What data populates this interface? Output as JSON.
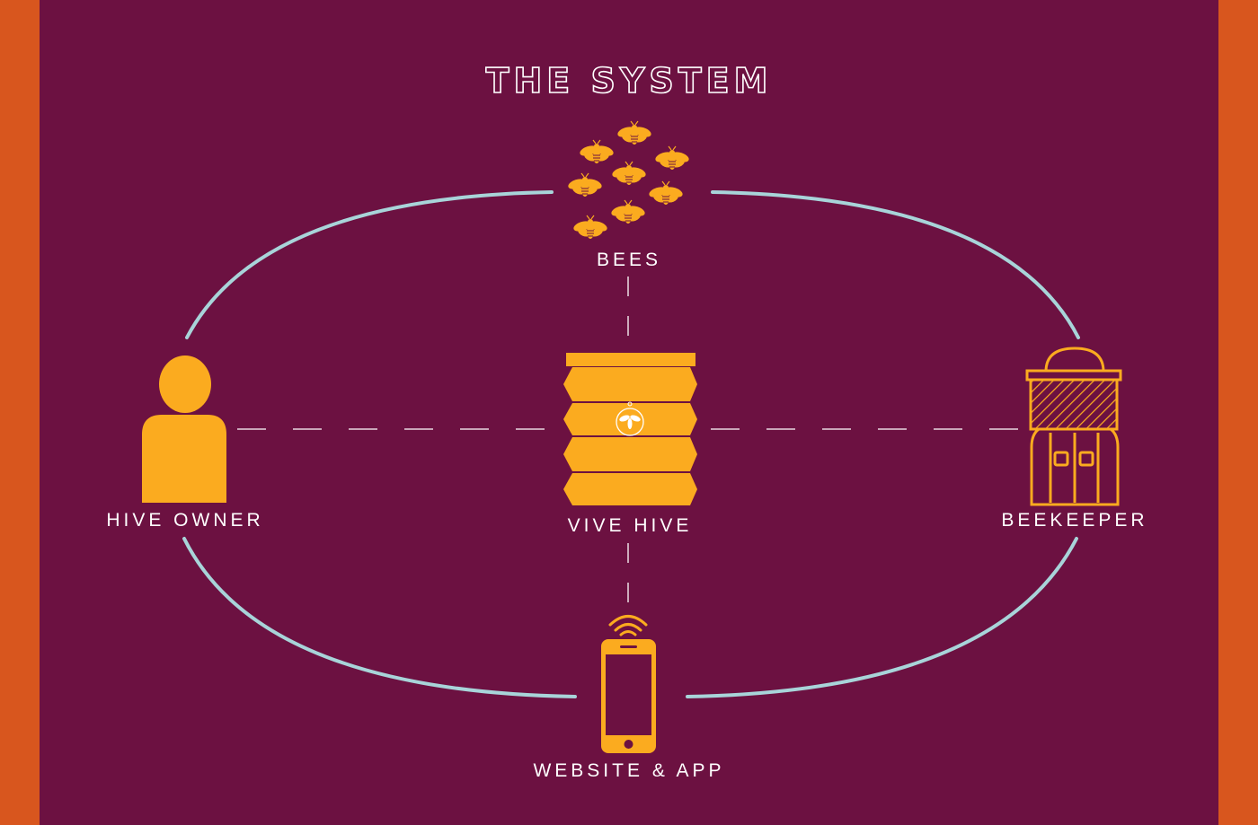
{
  "title": "THE SYSTEM",
  "colors": {
    "background": "#6c1141",
    "side_band": "#d8561e",
    "icon_fill": "#fbab1f",
    "connector": "#a8d4d9",
    "dashed_link": "#ffffff",
    "text": "#ffffff"
  },
  "nodes": {
    "bees": {
      "label": "BEES",
      "icon": "bee-swarm-icon"
    },
    "hive_owner": {
      "label": "HIVE OWNER",
      "icon": "person-icon"
    },
    "vive_hive": {
      "label": "VIVE HIVE",
      "icon": "beehive-icon"
    },
    "beekeeper": {
      "label": "BEEKEEPER",
      "icon": "beekeeper-suit-icon"
    },
    "website_app": {
      "label": "WEBSITE & APP",
      "icon": "smartphone-wifi-icon"
    }
  }
}
